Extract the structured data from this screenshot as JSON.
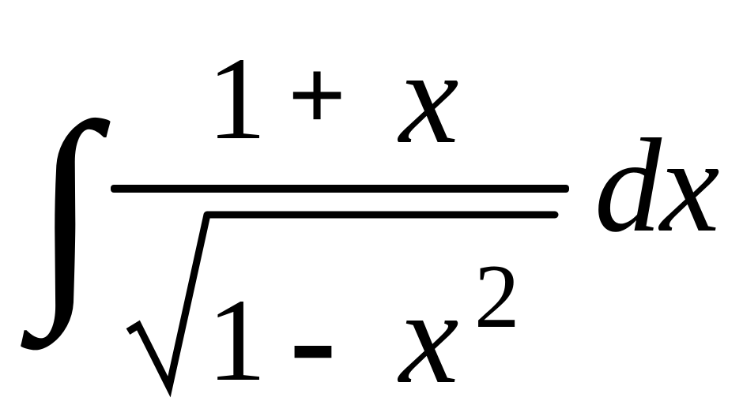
{
  "formula": {
    "integral_sign": "∫",
    "numerator": {
      "one": "1",
      "plus": "+",
      "x": "x"
    },
    "denominator": {
      "one": "1",
      "minus": "-",
      "x": "x",
      "exponent": "2"
    },
    "differential": {
      "d": "d",
      "x": "x"
    }
  },
  "colors": {
    "ink": "#000000",
    "background": "#ffffff"
  }
}
